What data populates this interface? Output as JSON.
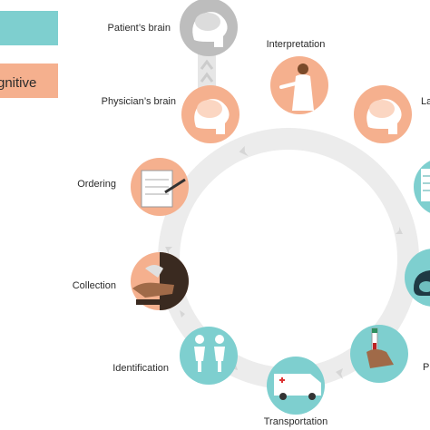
{
  "legend": {
    "items": [
      {
        "label": "",
        "color": "#7ecfcf"
      },
      {
        "label": "gnitive",
        "color": "#f5b08e"
      }
    ]
  },
  "colors": {
    "cognitive": "#f5b08e",
    "physical": "#7ecfcf",
    "patient": "#bdbdbd",
    "ring": "#e8e8e8"
  },
  "steps": {
    "patients_brain": {
      "label": "Patient’s brain",
      "icon": "brain-head-icon"
    },
    "interpretation": {
      "label": "Interpretation",
      "icon": "physician-icon"
    },
    "physicians_brain": {
      "label": "Physician’s brain",
      "icon": "brain-head-icon"
    },
    "ordering": {
      "label": "Ordering",
      "icon": "order-form-icon"
    },
    "collection": {
      "label": "Collection",
      "icon": "blood-draw-icon"
    },
    "identification": {
      "label": "Identification",
      "icon": "people-icon"
    },
    "transportation": {
      "label": "Transportation",
      "icon": "ambulance-icon"
    },
    "lab_brain": {
      "label": "La",
      "icon": "brain-head-icon"
    },
    "reporting": {
      "label": "",
      "icon": "report-icon"
    },
    "analysis": {
      "label": "",
      "icon": "analyzer-icon"
    },
    "preparation": {
      "label": "P",
      "icon": "test-tube-hand-icon"
    }
  }
}
